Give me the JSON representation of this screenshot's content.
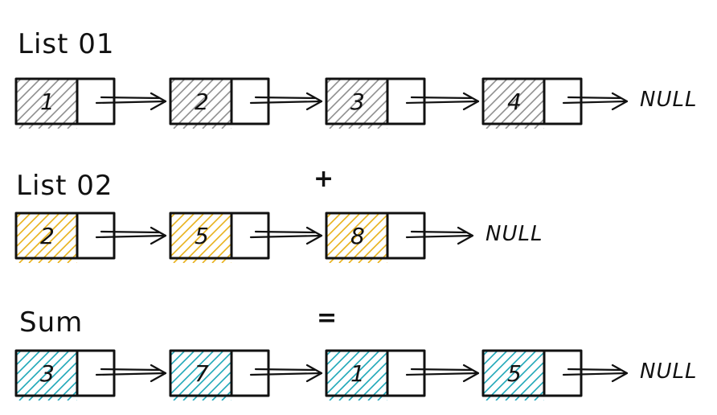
{
  "lists": [
    {
      "label": "List 01",
      "values": [
        "1",
        "2",
        "3",
        "4"
      ],
      "terminator": "NULL",
      "color": "#8f8f8f"
    },
    {
      "label": "List 02",
      "values": [
        "2",
        "5",
        "8"
      ],
      "terminator": "NULL",
      "color": "#e8b21c"
    },
    {
      "label": "Sum",
      "values": [
        "3",
        "7",
        "1",
        "5"
      ],
      "terminator": "NULL",
      "color": "#1fa7b8"
    }
  ],
  "operators": {
    "plus": "+",
    "equals": "="
  }
}
